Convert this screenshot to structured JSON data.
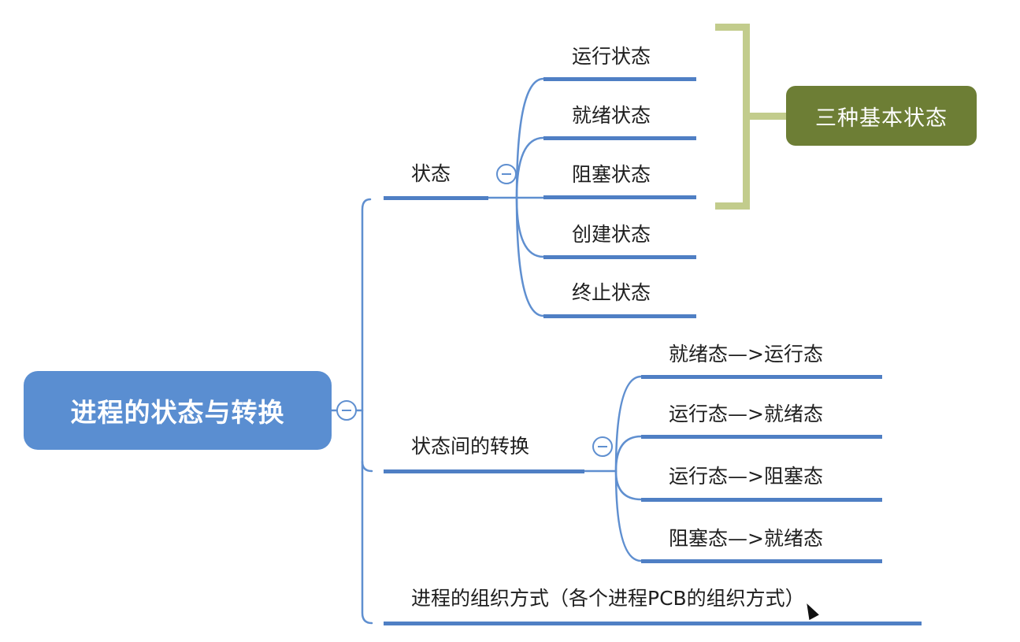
{
  "root": {
    "label": "进程的状态与转换"
  },
  "branches": {
    "states": {
      "label": "状态",
      "children": [
        "运行状态",
        "就绪状态",
        "阻塞状态",
        "创建状态",
        "终止状态"
      ]
    },
    "transitions": {
      "label": "状态间的转换",
      "children": [
        "就绪态—>运行态",
        "运行态—>就绪态",
        "运行态—>阻塞态",
        "阻塞态—>就绪态"
      ]
    },
    "organization": {
      "label": "进程的组织方式（各个进程PCB的组织方式）"
    }
  },
  "summary": {
    "label": "三种基本状态"
  },
  "colors": {
    "root_fill": "#5a8ed1",
    "link": "#5f8fd0",
    "underline": "#4f7fc4",
    "summary_fill": "#6d7e35",
    "bracket": "#c2cc8c"
  }
}
